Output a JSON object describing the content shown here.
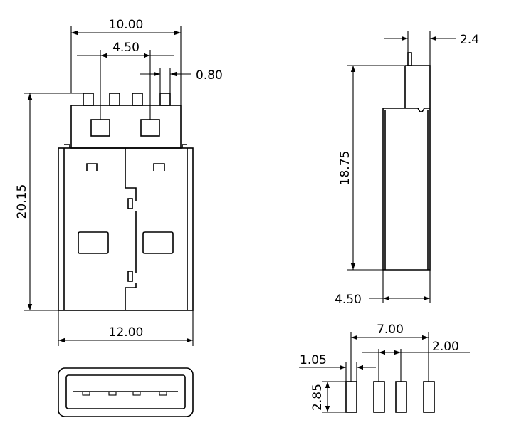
{
  "dimensions": {
    "front_width_top": "10.00",
    "front_pin_pitch_outer": "4.50",
    "front_pin_width": "0.80",
    "front_height": "20.15",
    "front_body_width": "12.00",
    "side_pin_thickness": "2.4",
    "side_height": "18.75",
    "side_body_depth": "4.50",
    "footprint_span": "7.00",
    "footprint_pitch": "2.00",
    "footprint_pad_width": "1.05",
    "footprint_pad_height": "2.85"
  }
}
